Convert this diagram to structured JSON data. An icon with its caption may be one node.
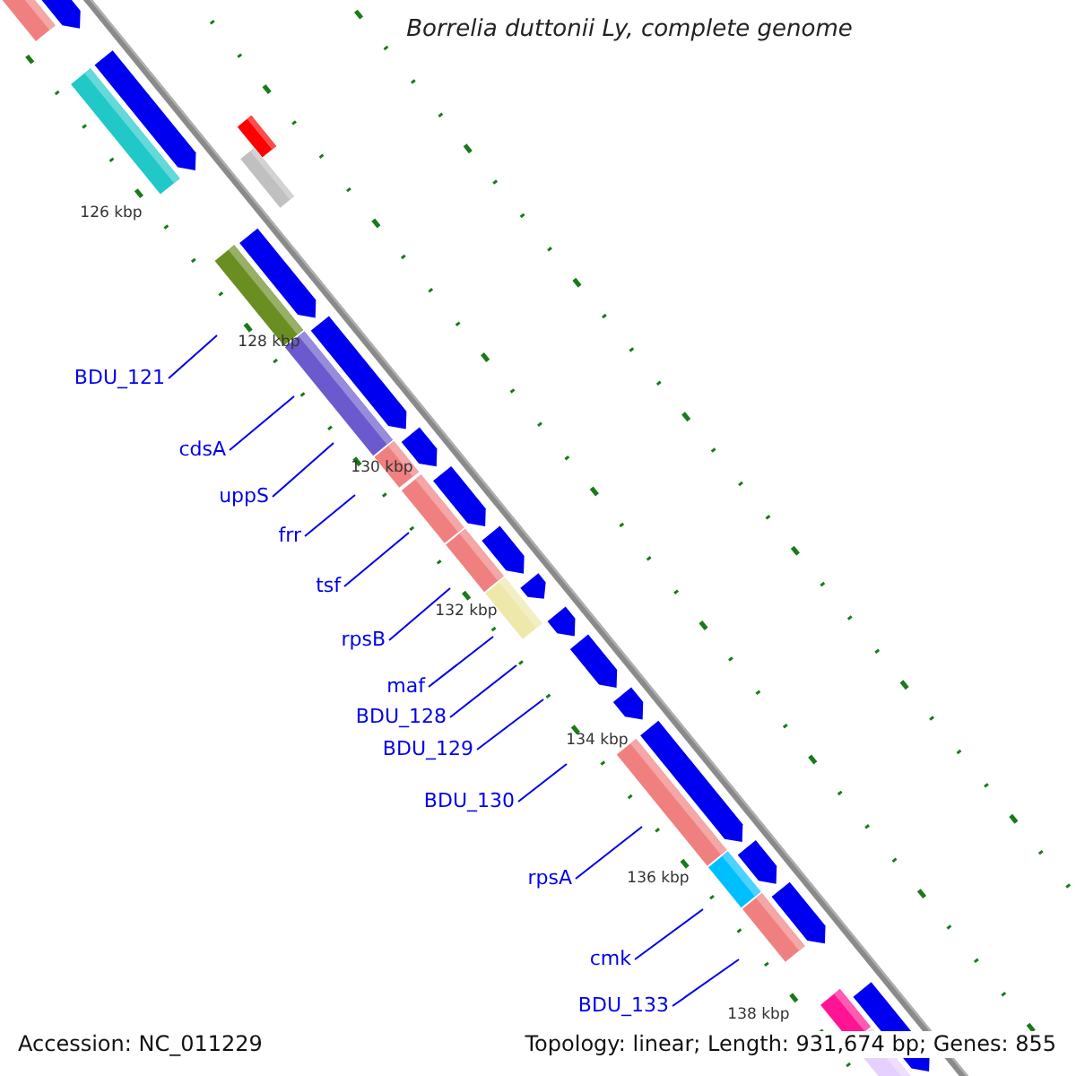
{
  "diagram": {
    "title": "Borrelia duttonii Ly, complete genome",
    "nodes": [
      {
        "text": [
          "BDU_121"
        ]
      },
      {
        "text": [
          "cdsA"
        ]
      },
      {
        "text": [
          "uppS"
        ]
      },
      {
        "text": [
          "frr"
        ]
      },
      {
        "text": [
          "tsf"
        ]
      },
      {
        "text": [
          "rpsB"
        ]
      },
      {
        "text": [
          "maf"
        ]
      },
      {
        "text": [
          "BDU_128"
        ]
      },
      {
        "text": [
          "BDU_129"
        ]
      },
      {
        "text": [
          "BDU_130"
        ]
      },
      {
        "text": [
          "rpsA"
        ]
      },
      {
        "text": [
          "cmk"
        ]
      },
      {
        "text": [
          "BDU_133"
        ]
      }
    ],
    "edges": [
      {
        "from": 0,
        "to": null,
        "arrow": "none"
      },
      {
        "from": 1,
        "to": null,
        "arrow": "none"
      },
      {
        "from": 2,
        "to": null,
        "arrow": "none"
      },
      {
        "from": 3,
        "to": null,
        "arrow": "none"
      },
      {
        "from": 4,
        "to": null,
        "arrow": "none"
      },
      {
        "from": 5,
        "to": null,
        "arrow": "none"
      },
      {
        "from": 6,
        "to": null,
        "arrow": "none"
      },
      {
        "from": 7,
        "to": null,
        "arrow": "none"
      },
      {
        "from": 8,
        "to": null,
        "arrow": "none"
      },
      {
        "from": 9,
        "to": null,
        "arrow": "none"
      },
      {
        "from": 10,
        "to": null,
        "arrow": "none"
      },
      {
        "from": 11,
        "to": null,
        "arrow": "none"
      },
      {
        "from": 12,
        "to": null,
        "arrow": "none"
      }
    ],
    "labels": [
      "126 kbp",
      "128 kbp",
      "130 kbp",
      "132 kbp",
      "134 kbp",
      "136 kbp",
      "138 kbp",
      "Accession: NC_011229",
      "Topology: linear; Length: 931,674 bp; Genes: 855"
    ]
  }
}
